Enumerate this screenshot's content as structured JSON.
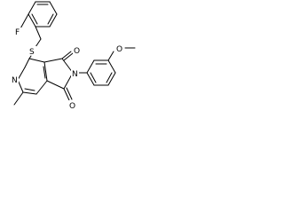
{
  "structure": {
    "atoms": {
      "fluorine": "F",
      "sulfur": "S",
      "pyridine_nitrogen": "N",
      "imide_nitrogen": "N",
      "carbonyl_oxygen_top": "O",
      "carbonyl_oxygen_bottom": "O",
      "methoxy": "O"
    },
    "colors": {
      "bond": "#000000",
      "background": "#ffffff"
    }
  }
}
